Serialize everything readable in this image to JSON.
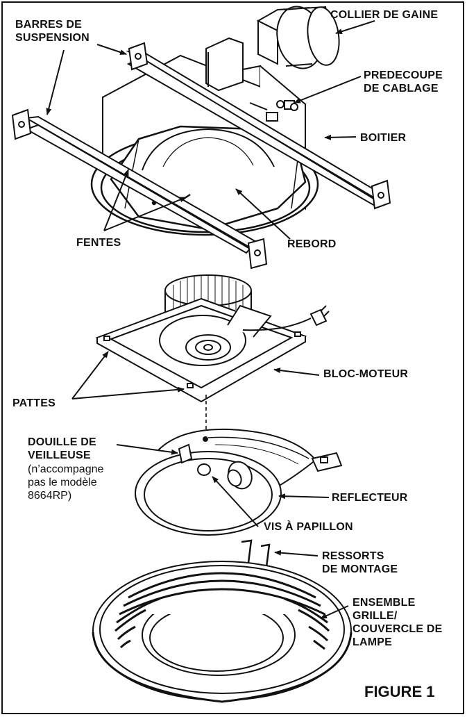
{
  "labels": {
    "barres_line1": "BARRES DE",
    "barres_line2": "SUSPENSION",
    "collier": "COLLIER DE GAINE",
    "predecoupe_line1": "PREDECOUPE",
    "predecoupe_line2": "DE CABLAGE",
    "boitier": "BOITIER",
    "fentes": "FENTES",
    "rebord": "REBORD",
    "bloc_moteur": "BLOC-MOTEUR",
    "pattes": "PATTES",
    "douille_line1": "DOUILLE DE",
    "douille_line2": "VEILLEUSE",
    "douille_note1": "(n’accompagne",
    "douille_note2": "pas le modèle",
    "douille_note3": "8664RP)",
    "reflecteur": "REFLECTEUR",
    "vis": "VIS À PAPILLON",
    "ressorts_line1": "RESSORTS",
    "ressorts_line2": "DE MONTAGE",
    "ensemble_line1": "ENSEMBLE",
    "ensemble_line2": "GRILLE/",
    "ensemble_line3": "COUVERCLE DE",
    "ensemble_line4": "LAMPE",
    "figure": "FIGURE 1"
  },
  "colors": {
    "ink": "#111111",
    "paper": "#ffffff",
    "shade": "#cfcfcf"
  }
}
